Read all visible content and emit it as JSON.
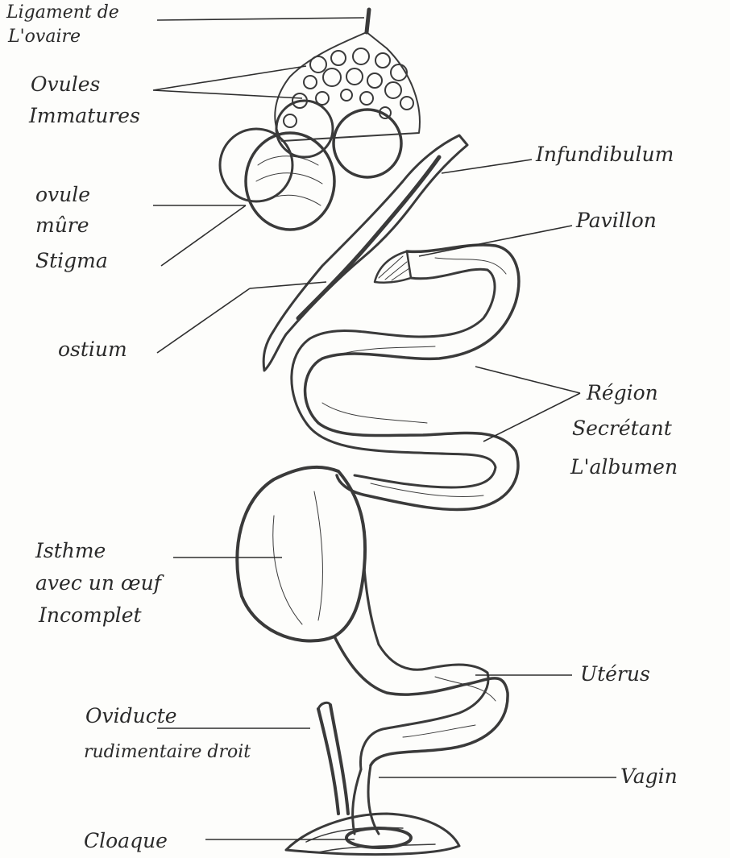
{
  "labels": {
    "ligament": [
      "Ligament de",
      "L'ovaire"
    ],
    "ovules_immatures": [
      "Ovules",
      "Immatures"
    ],
    "ovule_mure": [
      "ovule",
      "mûre"
    ],
    "stigma": "Stigma",
    "ostium": "ostium",
    "infundibulum": "Infundibulum",
    "pavillon": "Pavillon",
    "region": [
      "Région",
      "Secrétant",
      "L'albumen"
    ],
    "isthme": [
      "Isthme",
      "avec un œuf",
      "Incomplet"
    ],
    "uterus": "Utérus",
    "oviducte": [
      "Oviducte",
      "rudimentaire droit"
    ],
    "vagin": "Vagin",
    "cloaque": "Cloaque"
  },
  "colors": {
    "ink": "#2a2a2a",
    "paper": "#fdfdfb"
  }
}
